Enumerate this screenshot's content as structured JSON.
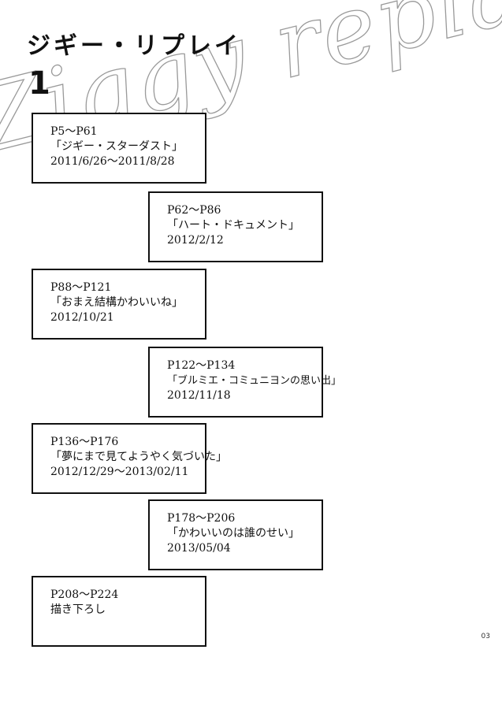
{
  "title": "ジギー・リプレイ",
  "volume": "1",
  "script_watermark": "Ziggy replay",
  "entries": [
    {
      "pages": "P5～P61",
      "story": "「ジギー・スターダスト」",
      "date": "2011/6/26～2011/8/28"
    },
    {
      "pages": "P62～P86",
      "story": "「ハート・ドキュメント」",
      "date": "2012/2/12"
    },
    {
      "pages": "P88～P121",
      "story": "「おまえ結構かわいいね」",
      "date": "2012/10/21"
    },
    {
      "pages": "P122～P134",
      "story": "「ブルミエ・コミュニヨンの思い出」",
      "date": "2012/11/18"
    },
    {
      "pages": "P136～P176",
      "story": "「夢にまで見てようやく気づいた」",
      "date": "2012/12/29～2013/02/11"
    },
    {
      "pages": "P178～P206",
      "story": "「かわいいのは誰のせい」",
      "date": "2013/05/04"
    },
    {
      "pages": "P208～P224",
      "story": "描き下ろし",
      "date": ""
    }
  ],
  "page_number": "03"
}
